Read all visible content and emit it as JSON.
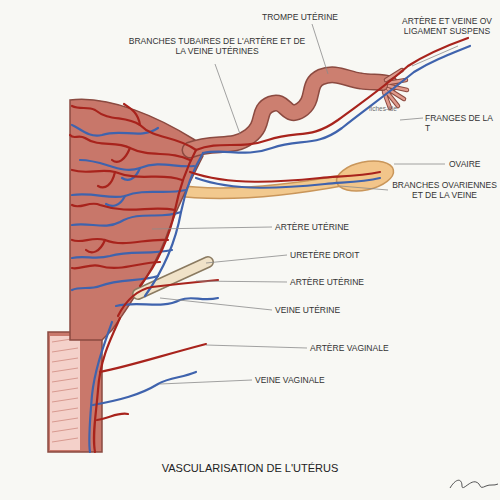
{
  "diagram": {
    "title": "VASCULARISATION DE L'UTÉRUS",
    "labels": [
      "TROMPE UTÉRINE",
      "BRANCHES TUBAIRES DE L'ARTÈRE ET DE LA VEINE UTÉRINES",
      "ARTÈRE ET VEINE OV LIGAMENT SUSPENS",
      "FRANGES DE LA T",
      "OVAIRE",
      "BRANCHES OVARIENNES ET DE LA VEINE",
      "ARTÈRE UTÉRINE",
      "URETÈRE DROIT",
      "ARTÈRE UTÉRINE",
      "VEINE UTÉRINE",
      "ARTÈRE VAGINALE",
      "VEINE VAGINALE",
      "fiches-ide"
    ]
  }
}
